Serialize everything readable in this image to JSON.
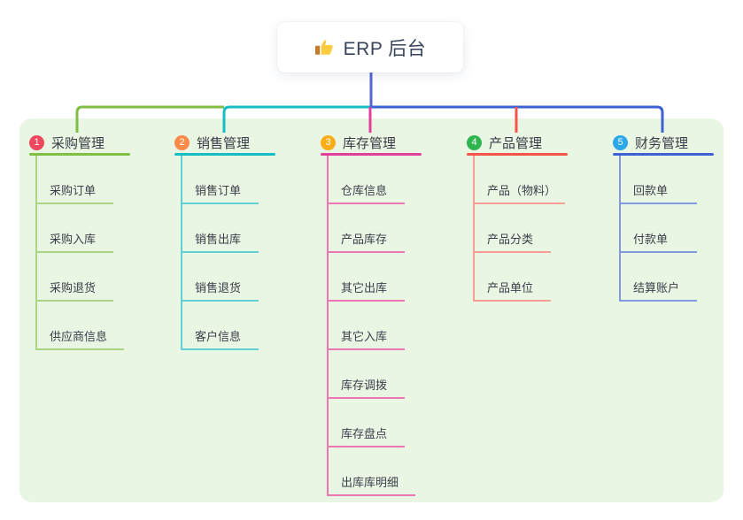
{
  "root": {
    "title": "ERP 后台",
    "icon": "thumbs-up-icon",
    "line_color": "#5465D6",
    "icon_colors": {
      "hand": "#FCCB3E",
      "cuff": "#C77B2D"
    }
  },
  "panel": {
    "background": "#E9F6E3"
  },
  "text_colors": {
    "title": "#36435A",
    "heading": "#363C46",
    "item": "#3A404B"
  },
  "branches": [
    {
      "num": "1",
      "label": "采购管理",
      "badge_color": "#F0475C",
      "line_color": "#7FBF44",
      "light_color": "#ABD583",
      "items": [
        "采购订单",
        "采购入库",
        "采购退货",
        "供应商信息"
      ]
    },
    {
      "num": "2",
      "label": "销售管理",
      "badge_color": "#FB8A48",
      "line_color": "#14BEC3",
      "light_color": "#63CFD5",
      "items": [
        "销售订单",
        "销售出库",
        "销售退货",
        "客户信息"
      ]
    },
    {
      "num": "3",
      "label": "库存管理",
      "badge_color": "#FBAD18",
      "line_color": "#E23F9C",
      "light_color": "#EF74B4",
      "items": [
        "仓库信息",
        "产品库存",
        "其它出库",
        "其它入库",
        "库存调拨",
        "库存盘点",
        "出库库明细"
      ]
    },
    {
      "num": "4",
      "label": "产品管理",
      "badge_color": "#2FB44F",
      "line_color": "#F4544C",
      "light_color": "#F79D94",
      "items": [
        "产品（物料）",
        "产品分类",
        "产品单位"
      ]
    },
    {
      "num": "5",
      "label": "财务管理",
      "badge_color": "#2BA8E8",
      "line_color": "#3E62D6",
      "light_color": "#8098DE",
      "items": [
        "回款单",
        "付款单",
        "结算账户"
      ]
    }
  ]
}
